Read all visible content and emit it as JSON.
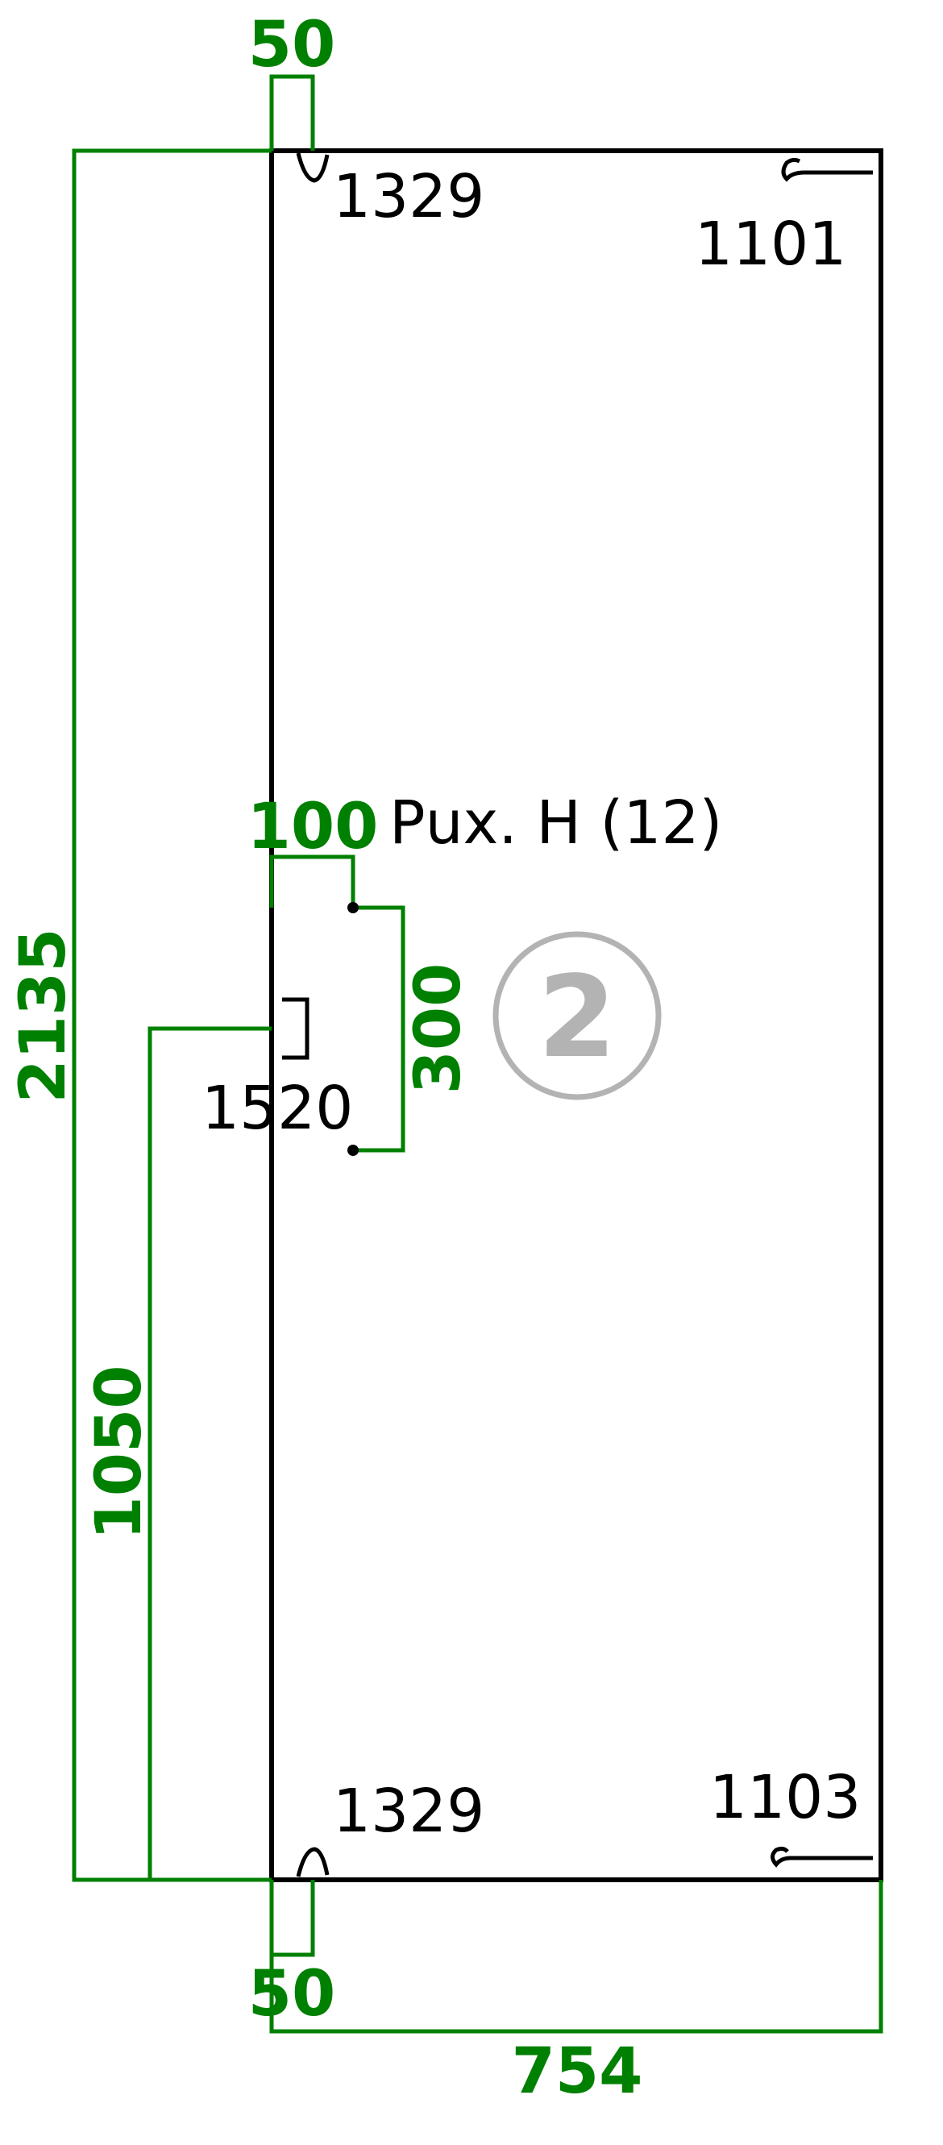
{
  "dimensions": {
    "total_height": "2135",
    "width": "754",
    "top_offset": "50",
    "bottom_offset": "50",
    "handle_x_offset": "100",
    "handle_spacing": "300",
    "label_height": "1050"
  },
  "labels": {
    "top_left_hinge": "1329",
    "top_right_fitting": "1101",
    "bottom_left_hinge": "1329",
    "bottom_right_fitting": "1103",
    "side_fitting": "1520",
    "handle_note": "Рux. H (12)"
  },
  "part_number": "2",
  "colors": {
    "dimension": "#008000",
    "outline": "#000000",
    "part_marker": "#b3b3b3"
  }
}
